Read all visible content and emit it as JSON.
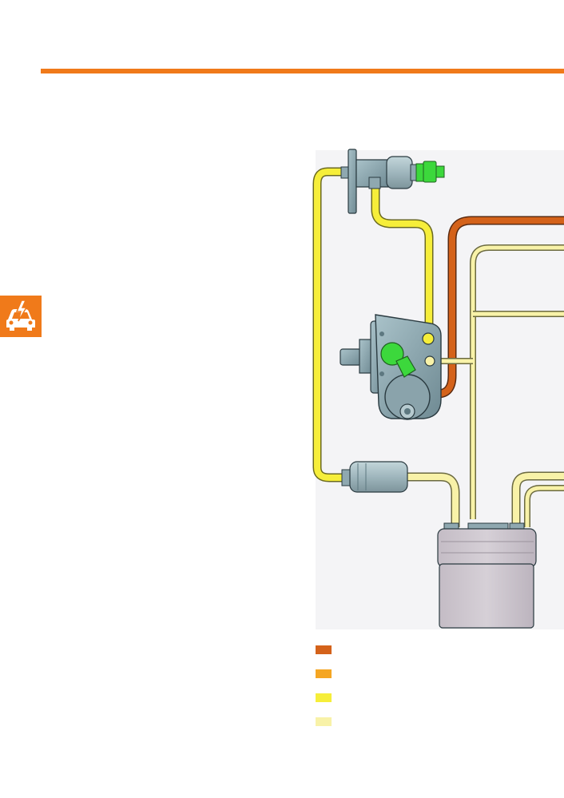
{
  "colors": {
    "accent": "#f07a1a",
    "return_line": "#d4621a",
    "pressure_line": "#f5a623",
    "feed_line": "#f6ee3a",
    "supply_line": "#f8f2a8",
    "pump_body": "#8fa8b0",
    "valve_green": "#3cd83c",
    "tank": "#c9c3ca"
  },
  "header": {
    "rule": "accent-rule"
  },
  "side_tab": {
    "icon": "car-electrical-icon"
  },
  "diagram": {
    "components": [
      "pressure-regulator",
      "high-pressure-pump",
      "fuel-filter",
      "fuel-tank",
      "metering-valve"
    ]
  },
  "legend": {
    "items": [
      {
        "color_key": "return_line"
      },
      {
        "color_key": "pressure_line"
      },
      {
        "color_key": "feed_line"
      },
      {
        "color_key": "supply_line"
      }
    ]
  }
}
